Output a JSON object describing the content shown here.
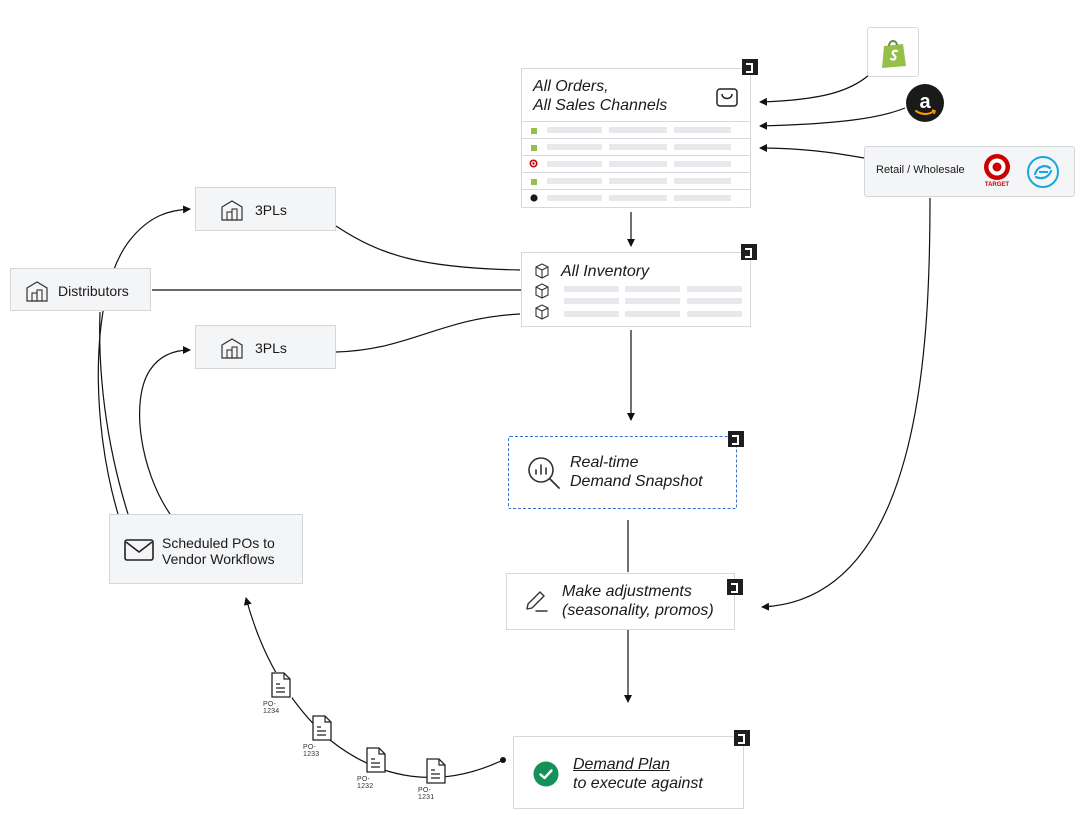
{
  "nodes": {
    "orders": {
      "line1": "All Orders,",
      "line2": "All Sales Channels"
    },
    "inventory": {
      "title": "All Inventory"
    },
    "snapshot": {
      "line1": "Real-time",
      "line2": "Demand Snapshot"
    },
    "adjust": {
      "line1": "Make adjustments",
      "line2": "(seasonality, promos)"
    },
    "plan": {
      "line1": "Demand Plan",
      "line2": "to execute against"
    },
    "tpl_top": {
      "label": "3PLs"
    },
    "tpl_bottom": {
      "label": "3PLs"
    },
    "distributors": {
      "label": "Distributors"
    },
    "scheduled": {
      "line1": "Scheduled POs to",
      "line2": "Vendor Workflows"
    },
    "retail": {
      "label": "Retail / Wholesale",
      "target_text": "TARGET"
    }
  },
  "purchase_orders": [
    "PO-1234",
    "PO-1233",
    "PO-1232",
    "PO-1231"
  ],
  "icons": {
    "shopify": "shopify-bag-icon",
    "amazon": "amazon-a-icon",
    "target": "target-bullseye-icon",
    "sps": "sps-commerce-icon"
  },
  "colors": {
    "shopify_green": "#95bf47",
    "amazon_dark": "#1a1a1a",
    "amazon_orange": "#f90",
    "target_red": "#cc0000",
    "sps_blue": "#1aa7e0",
    "check_green": "#149157",
    "dashed_blue": "#3b6fd8"
  }
}
